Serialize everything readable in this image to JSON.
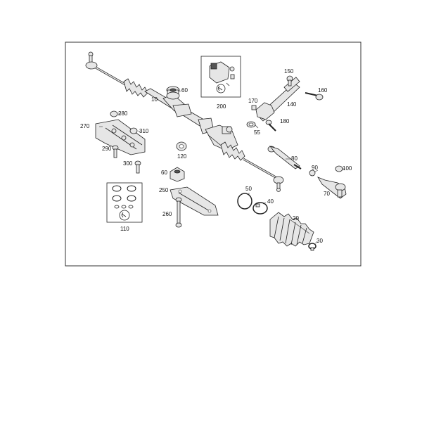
{
  "diagram": {
    "labels": {
      "l10": "10",
      "l20": "20",
      "l30": "30",
      "l40": "40",
      "l50": "50",
      "l55": "55",
      "l60a": "60",
      "l60b": "60",
      "l70": "70",
      "l80": "80",
      "l90": "90",
      "l100": "100",
      "l110": "110",
      "l120": "120",
      "l140": "140",
      "l150": "150",
      "l160": "160",
      "l170": "170",
      "l180": "180",
      "l200": "200",
      "l250": "250",
      "l260": "260",
      "l270": "270",
      "l280": "280",
      "l290": "290",
      "l300": "300",
      "l310": "310"
    },
    "icons": [
      "gasket-icon",
      "wrench-symbol-icon"
    ]
  }
}
